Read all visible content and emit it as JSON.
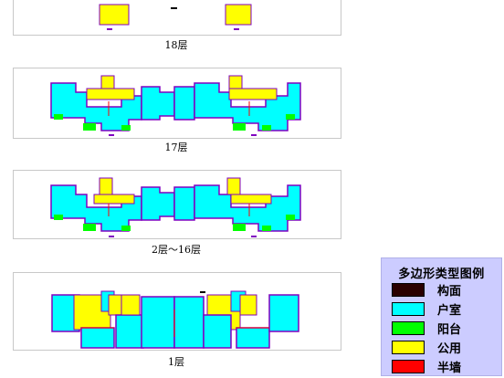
{
  "floors": [
    {
      "id": "f18",
      "label": "18层"
    },
    {
      "id": "f17",
      "label": "17层"
    },
    {
      "id": "f2_16",
      "label": "2层～16层"
    },
    {
      "id": "f1",
      "label": "1层"
    }
  ],
  "legend": {
    "title": "多边形类型图例",
    "items": [
      {
        "label": "构面",
        "color": "#2a0000"
      },
      {
        "label": "户室",
        "color": "#00ffff"
      },
      {
        "label": "阳台",
        "color": "#00ff00"
      },
      {
        "label": "公用",
        "color": "#ffff00"
      },
      {
        "label": "半墙",
        "color": "#ff0000"
      }
    ]
  },
  "colors": {
    "room": "#00ffff",
    "balcony": "#00ff00",
    "public": "#ffff00",
    "half_wall": "#ff0000",
    "outline": "#8000c0",
    "frame": "#c8c8c8"
  }
}
